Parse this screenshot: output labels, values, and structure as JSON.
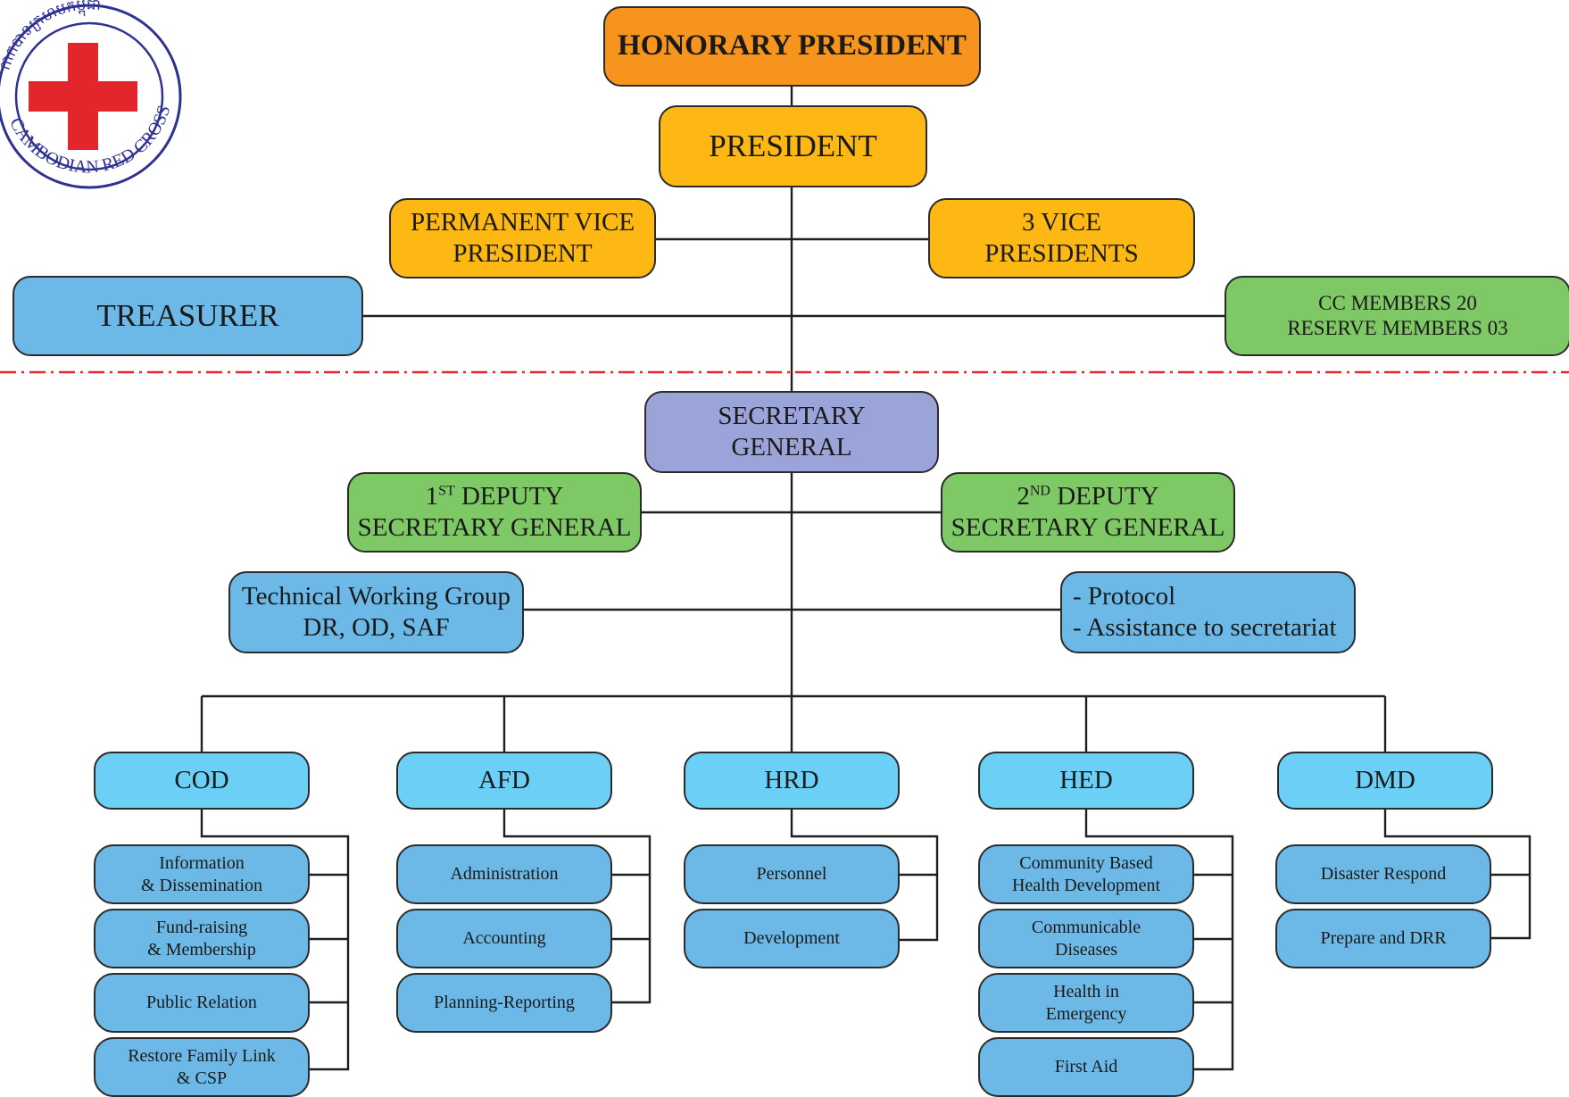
{
  "logo": {
    "text_latin": "CAMBODIAN RED CROSS",
    "text_khmer": "កាកបាទក្រហមកម្ពុជា",
    "cross_color": "#e3262c",
    "ring_color": "#2e3192"
  },
  "top": {
    "honorary_president": "HONORARY PRESIDENT",
    "president": "PRESIDENT",
    "permanent_vice": [
      "PERMANENT VICE",
      "PRESIDENT"
    ],
    "vice_presidents": [
      "3 VICE",
      "PRESIDENTS"
    ],
    "treasurer": "TREASURER",
    "cc_members": [
      "CC MEMBERS 20",
      "RESERVE MEMBERS 03"
    ]
  },
  "secretariat": {
    "secretary_general": [
      "SECRETARY",
      "GENERAL"
    ],
    "deputy1": {
      "num": "1",
      "sup": "ST",
      "line1_rest": " DEPUTY",
      "line2": "SECRETARY GENERAL"
    },
    "deputy2": {
      "num": "2",
      "sup": "ND",
      "line1_rest": " DEPUTY",
      "line2": "SECRETARY GENERAL"
    },
    "twg": [
      "Technical Working Group",
      "DR, OD, SAF"
    ],
    "protocol": [
      "- Protocol",
      "- Assistance to secretariat"
    ]
  },
  "departments": [
    {
      "name": "COD",
      "units": [
        [
          "Information",
          "& Dissemination"
        ],
        [
          "Fund-raising",
          "& Membership"
        ],
        [
          "Public Relation"
        ],
        [
          "Restore Family Link",
          "& CSP"
        ]
      ]
    },
    {
      "name": "AFD",
      "units": [
        [
          "Administration"
        ],
        [
          "Accounting"
        ],
        [
          "Planning-Reporting"
        ]
      ]
    },
    {
      "name": "HRD",
      "units": [
        [
          "Personnel"
        ],
        [
          "Development"
        ]
      ]
    },
    {
      "name": "HED",
      "units": [
        [
          "Community Based",
          "Health Development"
        ],
        [
          "Communicable",
          "Diseases"
        ],
        [
          "Health in",
          "Emergency"
        ],
        [
          "First Aid"
        ]
      ]
    },
    {
      "name": "DMD",
      "units": [
        [
          "Disaster Respond"
        ],
        [
          "Prepare and DRR"
        ]
      ]
    }
  ],
  "colors": {
    "honorary": "#f7941d",
    "president": "#fdb813",
    "treasurer": "#6cb9e8",
    "members": "#7ec866",
    "secretary": "#9aa4d8",
    "department": "#6ccff6",
    "unit": "#6cb9e8",
    "divider": "#e3262c"
  }
}
